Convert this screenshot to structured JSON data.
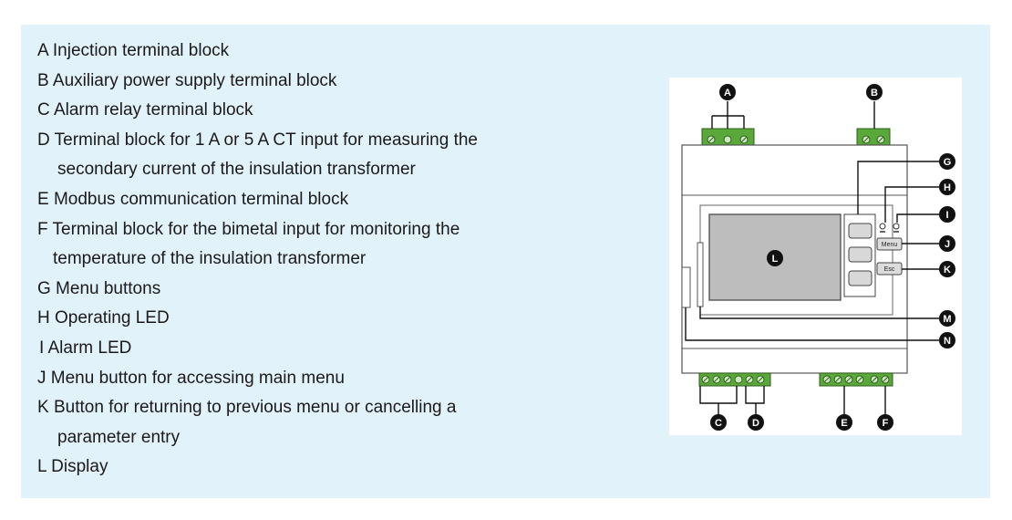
{
  "legend": [
    {
      "key": "A",
      "line1": "A Injection terminal block",
      "line2": ""
    },
    {
      "key": "B",
      "line1": "B Auxiliary power supply terminal block",
      "line2": ""
    },
    {
      "key": "C",
      "line1": "C Alarm relay terminal block",
      "line2": ""
    },
    {
      "key": "D",
      "line1": "D Terminal block for 1 A or 5 A CT input for measuring the",
      "line2": "secondary current of the insulation transformer"
    },
    {
      "key": "E",
      "line1": "E Modbus communication terminal block",
      "line2": ""
    },
    {
      "key": "F",
      "line1": "F Terminal block for the bimetal input for monitoring the",
      "line2": "temperature of the insulation transformer"
    },
    {
      "key": "G",
      "line1": "G Menu buttons",
      "line2": ""
    },
    {
      "key": "H",
      "line1": "H Operating LED",
      "line2": ""
    },
    {
      "key": "I",
      "line1": "I Alarm LED",
      "line2": ""
    },
    {
      "key": "J",
      "line1": "J Menu button for accessing main menu",
      "line2": ""
    },
    {
      "key": "K",
      "line1": "K Button for returning to previous menu or cancelling a",
      "line2": "parameter entry"
    },
    {
      "key": "L",
      "line1": "L Display",
      "line2": ""
    }
  ],
  "figure": {
    "callouts": {
      "A": "A",
      "B": "B",
      "C": "C",
      "D": "D",
      "E": "E",
      "F": "F",
      "G": "G",
      "H": "H",
      "I": "I",
      "J": "J",
      "K": "K",
      "L": "L",
      "M": "M",
      "N": "N"
    },
    "menu_button_label": "Menu",
    "esc_button_label": "Esc",
    "terminal_color": "#5aa83a",
    "callout_color": "#111111"
  }
}
